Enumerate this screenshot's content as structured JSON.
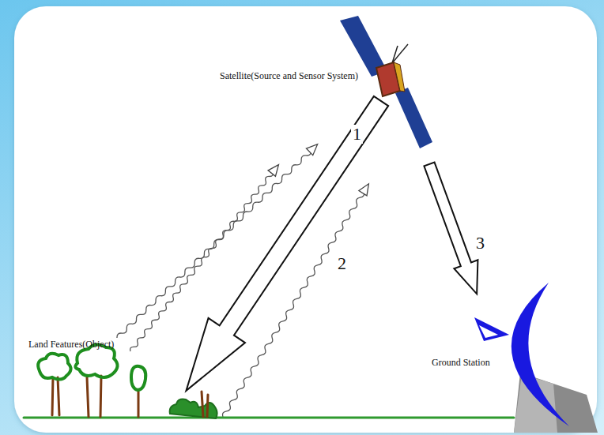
{
  "diagram": {
    "labels": [
      "Satellite(Source and Sensor System)",
      "1",
      "2",
      "3",
      "Land Features(Object)",
      "Ground Station"
    ]
  }
}
